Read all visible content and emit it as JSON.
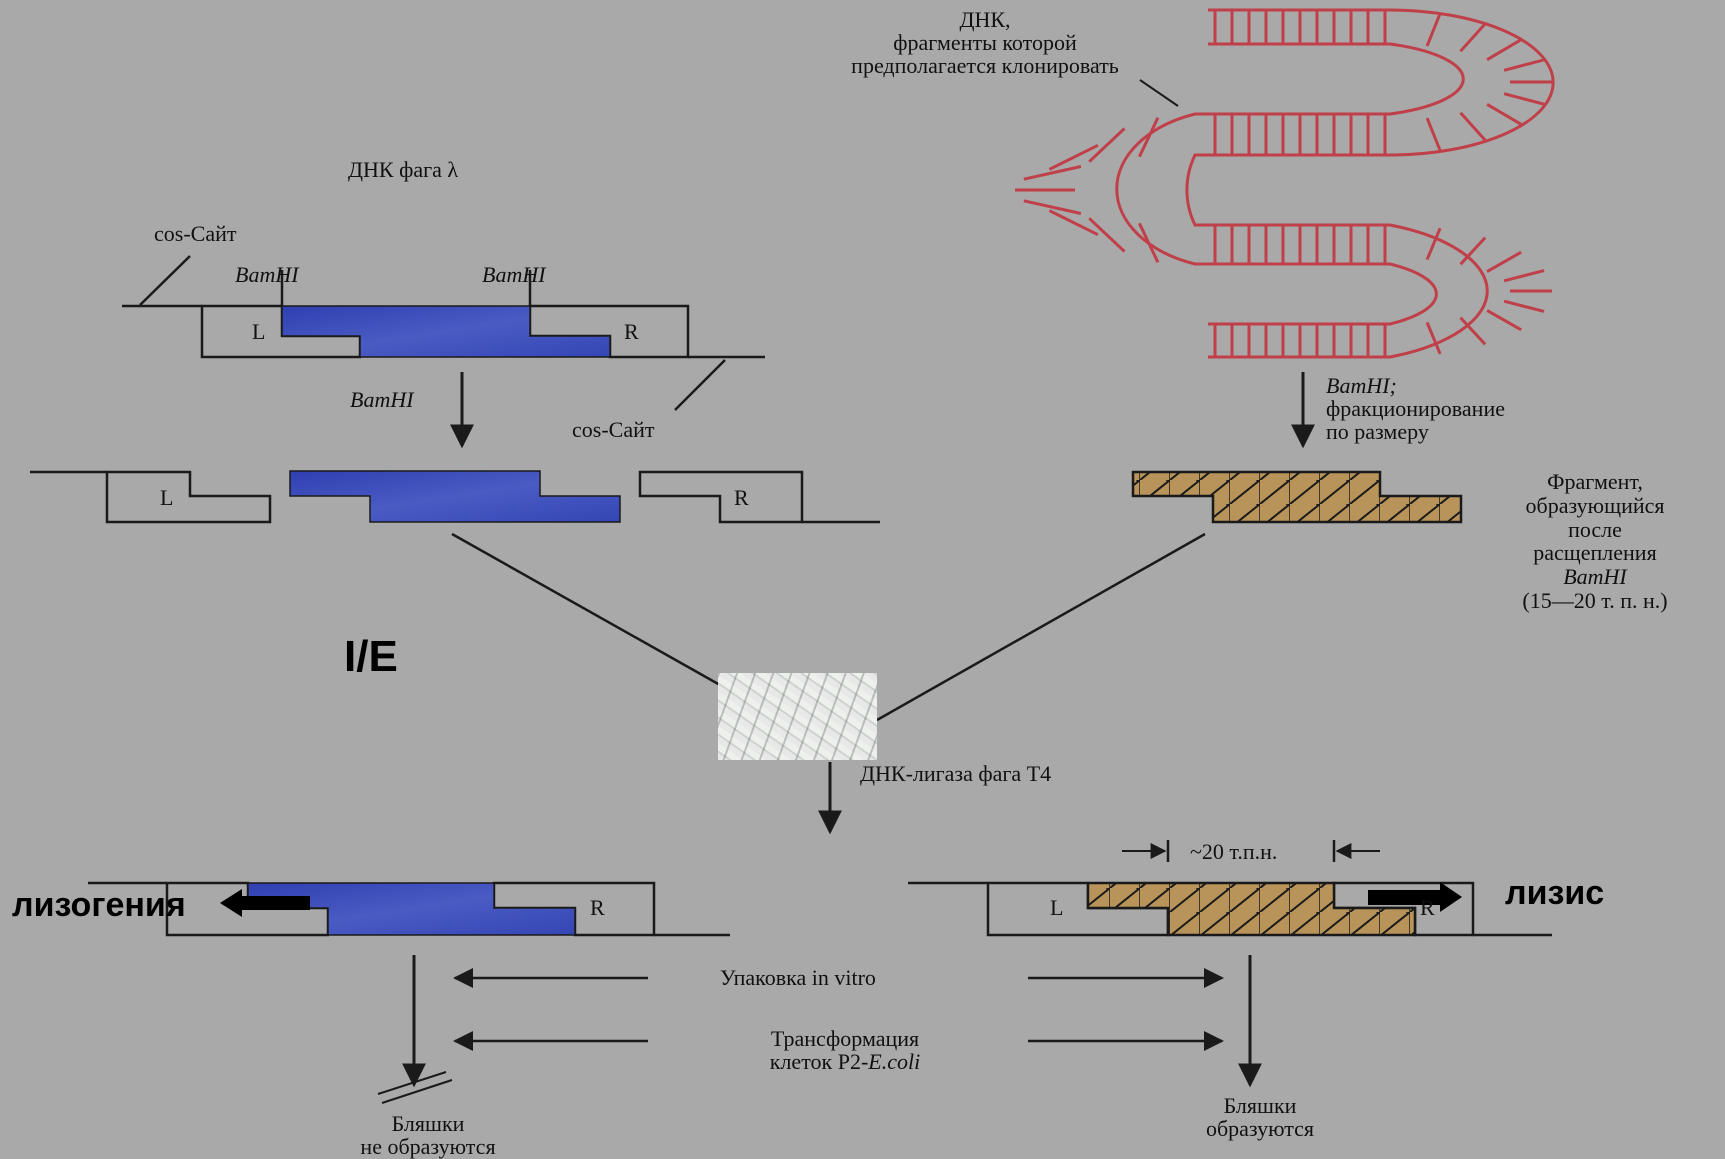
{
  "labels": {
    "dna_clone": [
      "ДНК,",
      "фрагменты которой",
      "предполагается клонировать"
    ],
    "lambda_dna": "ДНК фага λ",
    "cos_site": "cos-Сайт",
    "bamhi": "BamHI",
    "L": "L",
    "R": "R",
    "fractionation": [
      "BamHI;",
      "фракционирование",
      "по размеру"
    ],
    "fragment": [
      "Фрагмент,",
      "образующийся",
      "после",
      "расщепления",
      "BamHI",
      "(15—20 т. п. н.)"
    ],
    "ligase": "ДНК-лигаза фага Т4",
    "size_20": "~20 т.п.н.",
    "packaging": "Упаковка in vitro",
    "transformation": "Трансформация",
    "transformation_2_prefix": "клеток Р2-",
    "transformation_2_italic": "E.coli",
    "plaques_no": [
      "Бляшки",
      "не образуются"
    ],
    "plaques_yes": [
      "Бляшки",
      "образуются"
    ],
    "lysogeny": "лизогения",
    "lysis": "лизис",
    "ie": "I/E"
  },
  "colors": {
    "background": "#a9a9a9",
    "phage_insert": "#3e4fb8",
    "cloned_dna": "#c0404a",
    "fragment_fill": "#b8935a",
    "line": "#1a1a1a"
  },
  "icons": {
    "micrograph": "electron-micrograph-phage-particles",
    "arrow_left": "bold-left-arrow",
    "arrow_right": "bold-right-arrow"
  }
}
